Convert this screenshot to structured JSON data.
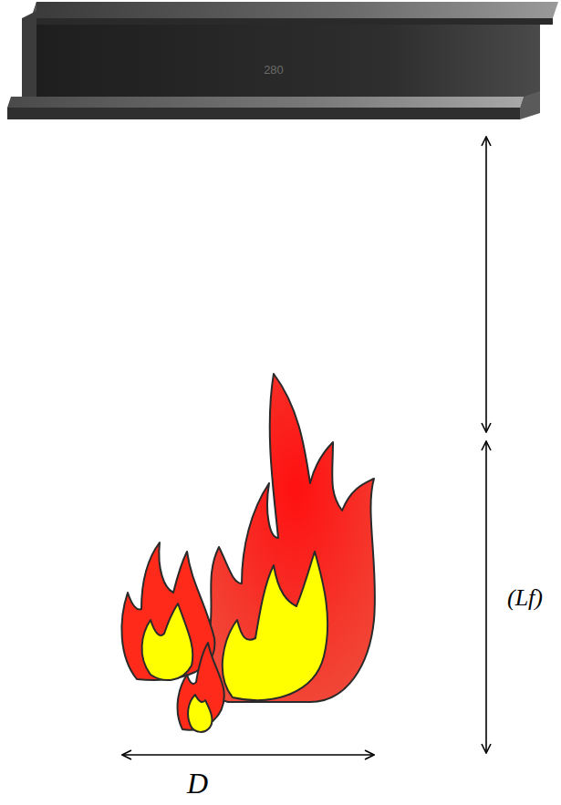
{
  "diagram": {
    "labels": [
      "280",
      "(Lf)",
      "D"
    ]
  }
}
